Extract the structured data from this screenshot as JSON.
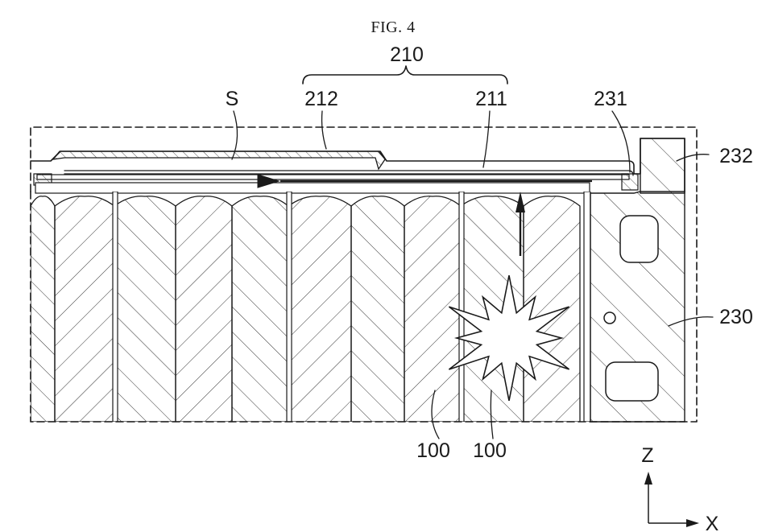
{
  "figure": {
    "title": "FIG. 4",
    "labels": {
      "l210": "210",
      "l212": "212",
      "l211": "211",
      "l231": "231",
      "l232": "232",
      "lS": "S",
      "l230": "230",
      "l100a": "100",
      "l100b": "100"
    },
    "axes": {
      "z": "Z",
      "x": "X"
    }
  }
}
